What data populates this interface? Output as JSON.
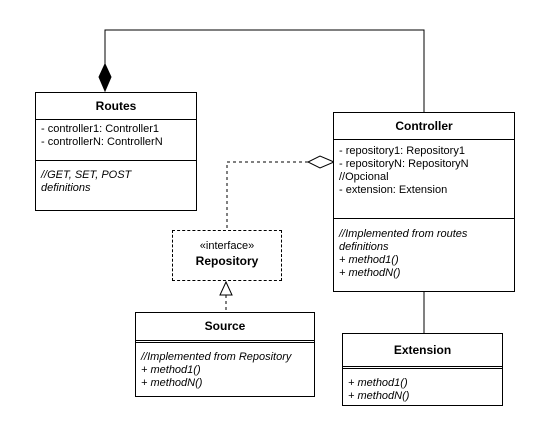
{
  "routes": {
    "name": "Routes",
    "attributes": [
      "- controller1: Controller1",
      "- controllerN: ControllerN"
    ],
    "operations": [
      "//GET, SET, POST",
      "definitions"
    ]
  },
  "controller": {
    "name": "Controller",
    "attributes": [
      "- repository1: Repository1",
      "- repositoryN: RepositoryN",
      "//Opcional",
      "- extension: Extension"
    ],
    "operations": [
      "//Implemented from routes",
      "definitions",
      "+ method1()",
      "+ methodN()"
    ]
  },
  "repository": {
    "stereotype": "«interface»",
    "name": "Repository"
  },
  "source": {
    "name": "Source",
    "operations": [
      "//Implemented from Repository",
      "+ method1()",
      "+ methodN()"
    ]
  },
  "extension": {
    "name": "Extension",
    "operations": [
      "+ method1()",
      "+ methodN()"
    ]
  }
}
